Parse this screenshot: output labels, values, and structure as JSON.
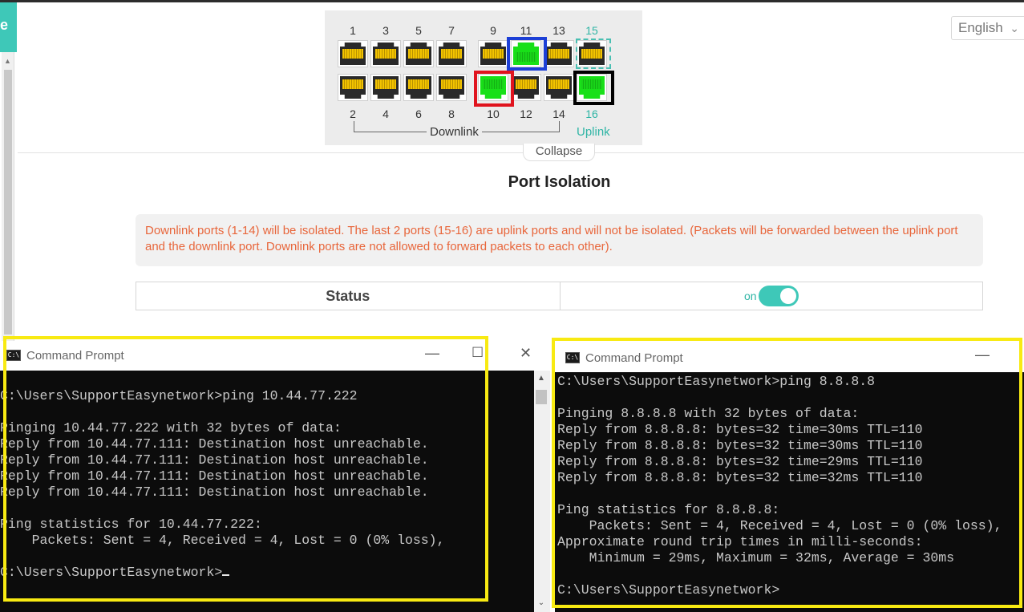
{
  "header": {
    "logo_glyph": "e",
    "language": "English"
  },
  "switch_panel": {
    "top_port_numbers": [
      "1",
      "3",
      "5",
      "7",
      "9",
      "11",
      "13",
      "15"
    ],
    "bottom_port_numbers": [
      "2",
      "4",
      "6",
      "8",
      "10",
      "12",
      "14",
      "16"
    ],
    "downlink_label": "Downlink",
    "uplink_label": "Uplink",
    "active_ports": [
      "10",
      "11",
      "16"
    ],
    "collapse_label": "Collapse",
    "accent_color": "#3ec8b8"
  },
  "page": {
    "title": "Port Isolation",
    "notice": "Downlink ports (1-14) will be isolated. The last 2 ports (15-16) are uplink ports and will not be isolated. (Packets will be forwarded between the uplink port and the downlink port. Downlink ports are not allowed to forward packets to each other).",
    "status_label": "Status",
    "toggle_text": "on",
    "status_on": true
  },
  "cmd_left": {
    "title": "Command Prompt",
    "minimize": "—",
    "maximize": "☐",
    "close": "✕",
    "lines": [
      "C:\\Users\\SupportEasynetwork>ping 10.44.77.222",
      "",
      "Pinging 10.44.77.222 with 32 bytes of data:",
      "Reply from 10.44.77.111: Destination host unreachable.",
      "Reply from 10.44.77.111: Destination host unreachable.",
      "Reply from 10.44.77.111: Destination host unreachable.",
      "Reply from 10.44.77.111: Destination host unreachable.",
      "",
      "Ping statistics for 10.44.77.222:",
      "    Packets: Sent = 4, Received = 4, Lost = 0 (0% loss),",
      "",
      "C:\\Users\\SupportEasynetwork>"
    ]
  },
  "cmd_right": {
    "title": "Command Prompt",
    "minimize": "—",
    "lines": [
      "C:\\Users\\SupportEasynetwork>ping 8.8.8.8",
      "",
      "Pinging 8.8.8.8 with 32 bytes of data:",
      "Reply from 8.8.8.8: bytes=32 time=30ms TTL=110",
      "Reply from 8.8.8.8: bytes=32 time=30ms TTL=110",
      "Reply from 8.8.8.8: bytes=32 time=29ms TTL=110",
      "Reply from 8.8.8.8: bytes=32 time=32ms TTL=110",
      "",
      "Ping statistics for 8.8.8.8:",
      "    Packets: Sent = 4, Received = 4, Lost = 0 (0% loss),",
      "Approximate round trip times in milli-seconds:",
      "    Minimum = 29ms, Maximum = 32ms, Average = 30ms",
      "",
      "C:\\Users\\SupportEasynetwork>"
    ]
  },
  "annotation_colors": {
    "highlight": "#f8ea12",
    "blue": "#1c3fd6",
    "red": "#e0141e",
    "black": "#000000"
  }
}
